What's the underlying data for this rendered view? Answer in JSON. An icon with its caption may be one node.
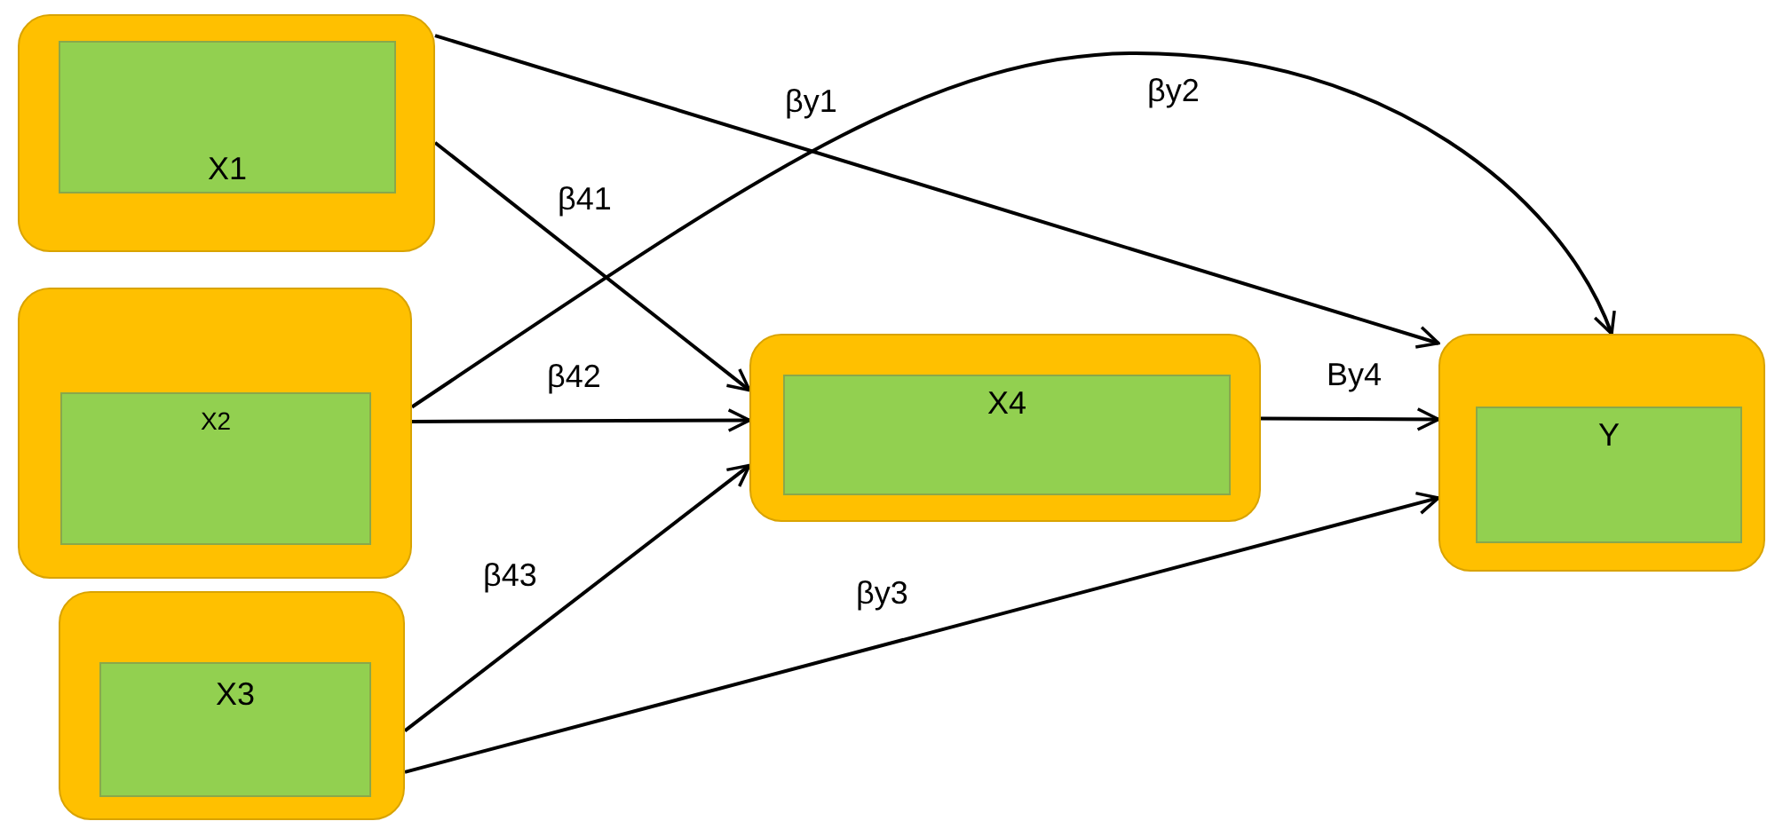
{
  "diagram": {
    "nodes": [
      {
        "text": [],
        "shape": "box"
      },
      {
        "text": [
          "X1"
        ],
        "in": 0
      },
      {
        "text": [],
        "shape": "box"
      },
      {
        "text": [
          "X2"
        ],
        "in": 2
      },
      {
        "text": [],
        "shape": "box"
      },
      {
        "text": [
          "X3"
        ],
        "in": 4
      },
      {
        "text": [],
        "shape": "box"
      },
      {
        "text": [
          "X4"
        ],
        "in": 6
      },
      {
        "text": [],
        "shape": "box"
      },
      {
        "text": [
          "Y"
        ],
        "in": 8
      }
    ],
    "edges": [
      {
        "from": 0,
        "to": 8,
        "arrow": "to",
        "label": "βy1"
      },
      {
        "from": 0,
        "to": 6,
        "arrow": "to",
        "label": "β41"
      },
      {
        "from": 2,
        "to": 8,
        "arrow": "to",
        "label": "βy2"
      },
      {
        "from": 2,
        "to": 6,
        "arrow": "to",
        "label": "β42"
      },
      {
        "from": 4,
        "to": 6,
        "arrow": "to",
        "label": "β43"
      },
      {
        "from": 6,
        "to": 8,
        "arrow": "to",
        "label": "By4"
      },
      {
        "from": 4,
        "to": 8,
        "arrow": "to",
        "label": "βy3"
      }
    ]
  }
}
